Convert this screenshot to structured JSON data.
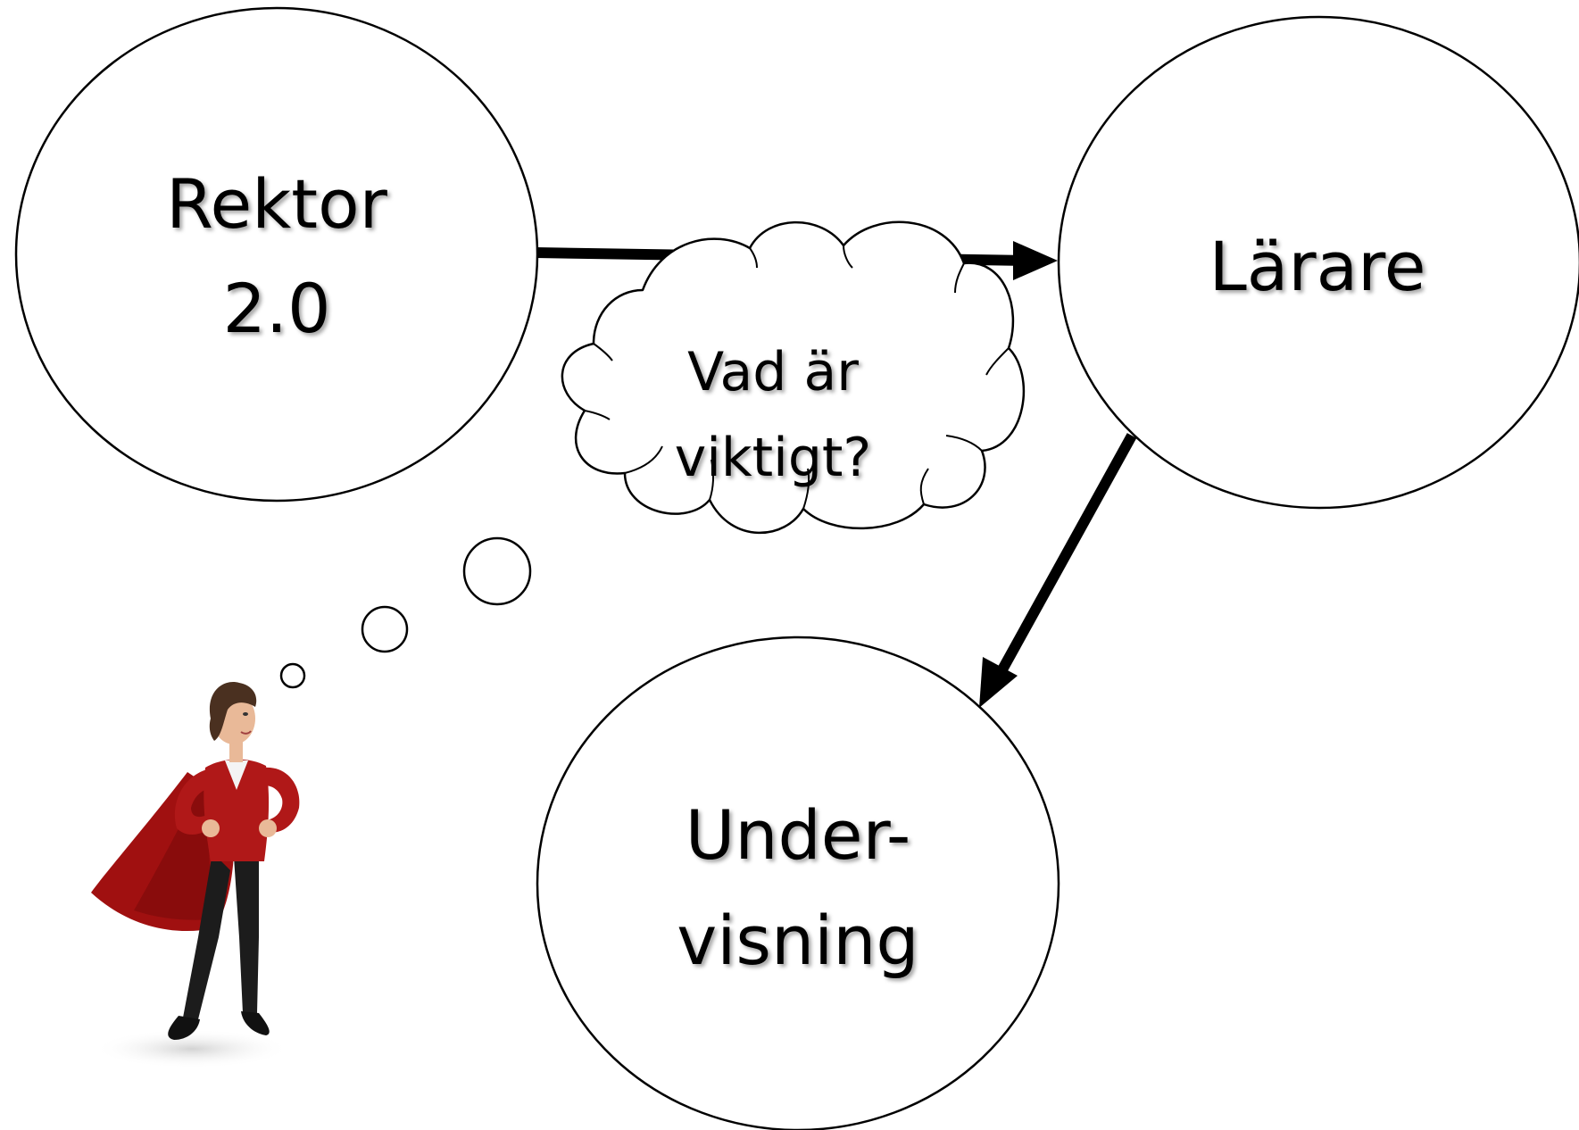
{
  "nodes": {
    "rektor": {
      "lines": [
        "Rektor",
        "2.0"
      ]
    },
    "larare": {
      "lines": [
        "Lärare"
      ]
    },
    "undervisning": {
      "lines": [
        "Under-",
        "visning"
      ]
    }
  },
  "thought": {
    "lines": [
      "Vad är",
      "viktigt?"
    ]
  },
  "colors": {
    "stroke": "#000000",
    "fill": "#ffffff",
    "cape": "#a01010",
    "jacket": "#b01818",
    "pants": "#1c1c1c",
    "skin": "#e9b998",
    "hair": "#4a3020"
  },
  "icons": {
    "figure": "superhero-woman-icon"
  }
}
